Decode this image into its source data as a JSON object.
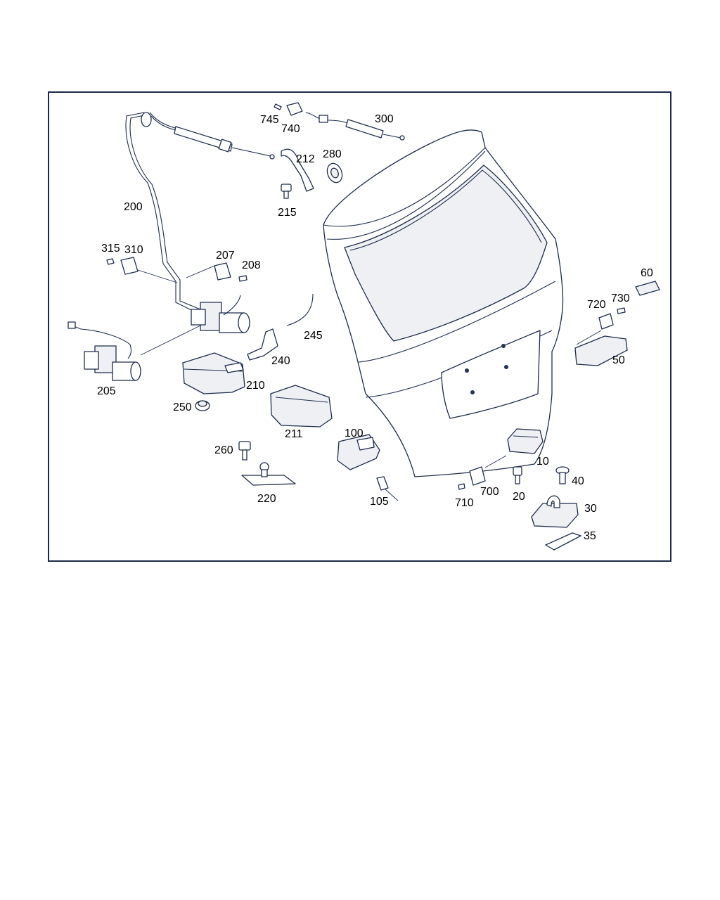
{
  "diagram": {
    "part_numbers": [
      "200",
      "205",
      "207",
      "208",
      "210",
      "211",
      "212",
      "215",
      "220",
      "240",
      "245",
      "250",
      "260",
      "280",
      "300",
      "310",
      "315",
      "10",
      "20",
      "30",
      "35",
      "40",
      "50",
      "60",
      "100",
      "105",
      "700",
      "710",
      "720",
      "730",
      "740",
      "745"
    ]
  }
}
